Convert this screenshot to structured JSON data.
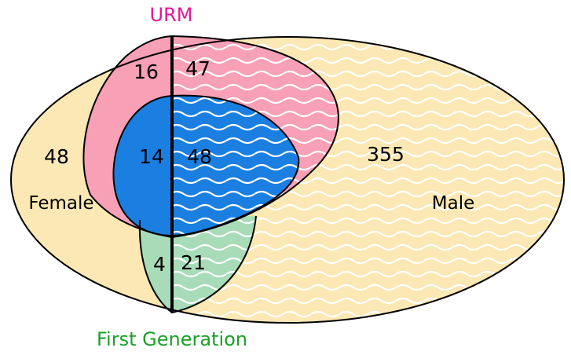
{
  "colors": {
    "population": "#fbe8b4",
    "urm": "#f7a0b6",
    "both": "#1a7fe0",
    "first_generation": "#a8dcb8",
    "urm_title": "#e8179a",
    "first_generation_title": "#1aa027",
    "outline": "#000000"
  },
  "titles": {
    "urm": "URM",
    "first_generation": "First Generation"
  },
  "categories": {
    "female": "Female",
    "male": "Male"
  },
  "counts": {
    "female_other": "48",
    "male_other": "355",
    "female_urm_only": "16",
    "male_urm_only": "47",
    "female_urm_first_gen": "14",
    "male_urm_first_gen": "48",
    "female_first_gen_only": "4",
    "male_first_gen_only": "21"
  }
}
